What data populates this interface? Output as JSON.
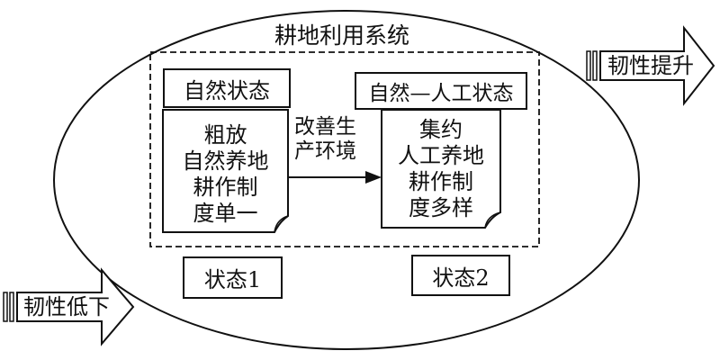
{
  "system_title": "耕地利用系统",
  "natural_state": {
    "header": "自然状态",
    "features": "粗放\n自然养地\n耕作制\n度单一",
    "footer": "状态1"
  },
  "artificial_state": {
    "header": "自然—人工状态",
    "features": "集约\n人工养地\n耕作制\n度多样",
    "footer": "状态2"
  },
  "transition_label": "改善生\n产环境",
  "resilience_up": "韧性提升",
  "resilience_down": "韧性低下"
}
